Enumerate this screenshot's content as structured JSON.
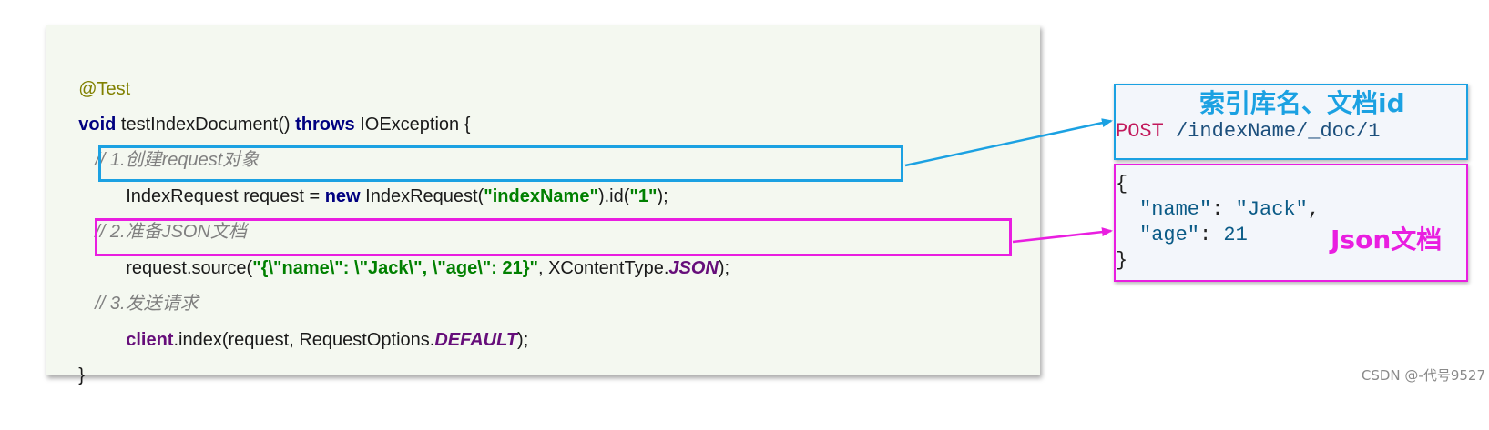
{
  "code": {
    "annotation": "@Test",
    "signature": {
      "kw_void": "void",
      "method": " testIndexDocument() ",
      "kw_throws": "throws",
      "rest": " IOException {"
    },
    "comment1": "// 1.创建request对象",
    "line_request": {
      "p1": "IndexRequest request = ",
      "kw_new": "new",
      "p2": " IndexRequest(",
      "s1": "\"indexName\"",
      "p3": ").id(",
      "s2": "\"1\"",
      "p4": ");"
    },
    "comment2": "// 2.准备JSON文档",
    "line_source": {
      "p1": "request.source(",
      "s1": "\"{\\\"name\\\": \\\"Jack\\\", \\\"age\\\": 21}\"",
      "p2": ", XContentType.",
      "f1": "JSON",
      "p3": ");"
    },
    "comment3": "// 3.发送请求",
    "line_index": {
      "f1": "client",
      "p1": ".index(request, RequestOptions.",
      "f2": "DEFAULT",
      "p2": ");"
    },
    "closing": "}"
  },
  "request_panel": {
    "label": "索引库名、文档id",
    "method": "POST",
    "path": " /indexName/_doc/1"
  },
  "body_panel": {
    "open": "{",
    "key1": "\"name\"",
    "val1": "\"Jack\"",
    "key2": "\"age\"",
    "val2": "21",
    "close": "}",
    "label": "Json文档"
  },
  "watermark": "CSDN @-代号9527",
  "colors": {
    "blue": "#1ba1e2",
    "magenta": "#e91ee0"
  }
}
